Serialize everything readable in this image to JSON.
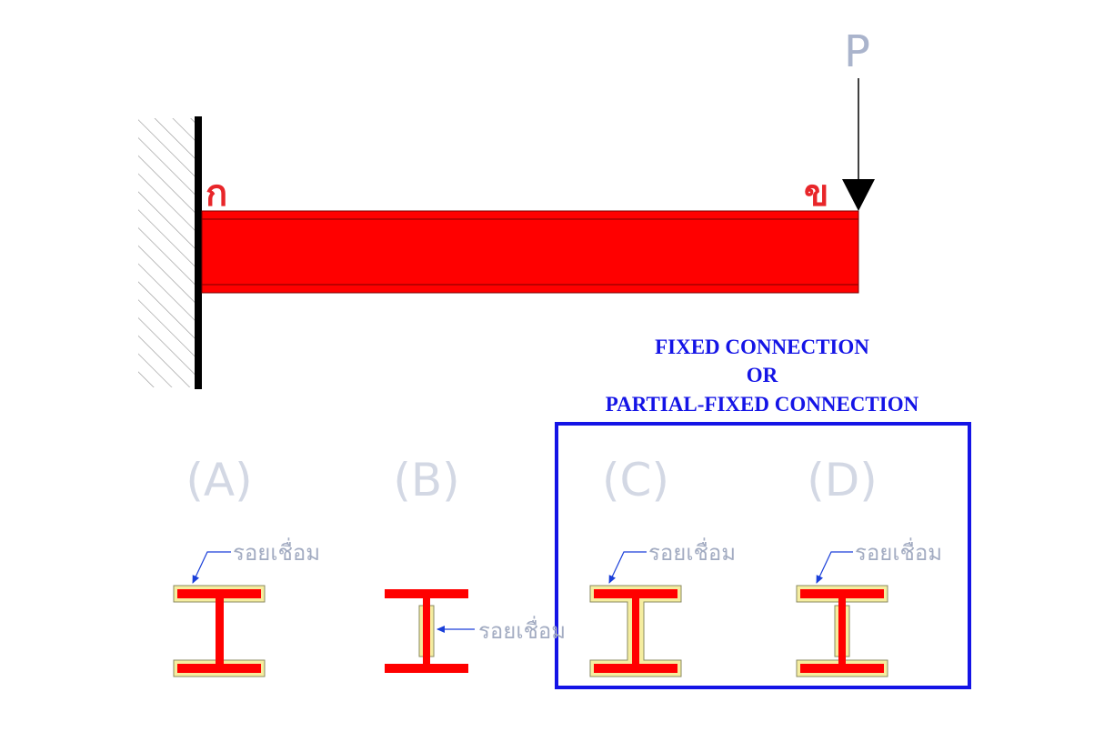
{
  "beam": {
    "label_fixed_end": "ก",
    "label_free_end": "ข",
    "load_label": "P"
  },
  "connection_box": {
    "line1": "FIXED CONNECTION",
    "line2": "OR",
    "line3": "PARTIAL-FIXED CONNECTION"
  },
  "cases": [
    {
      "label": "(A)",
      "weld_label": "รอยเชื่อม"
    },
    {
      "label": "(B)",
      "weld_label": "รอยเชื่อม"
    },
    {
      "label": "(C)",
      "weld_label": "รอยเชื่อม"
    },
    {
      "label": "(D)",
      "weld_label": "รอยเชื่อม"
    }
  ],
  "colors": {
    "steel": "#ff0000",
    "weld": "#f5eda0",
    "highlight_box": "#1414e6",
    "arrow": "#1a3fd9"
  }
}
